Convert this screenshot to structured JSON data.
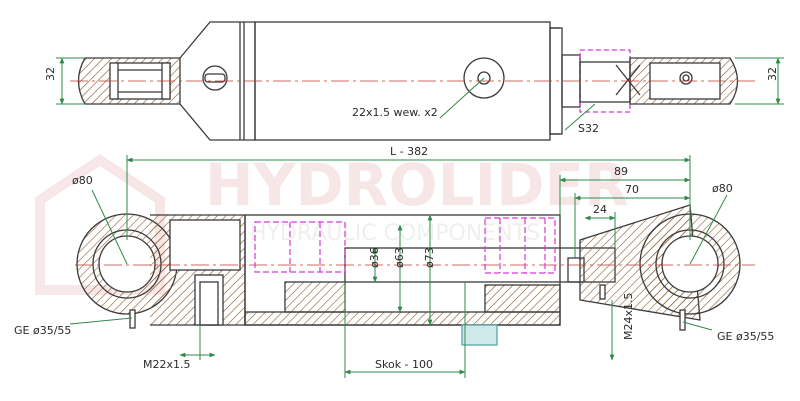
{
  "watermark": {
    "brand": "HYDROLIDER",
    "sub": "HYDRAULIC COMPONENTS"
  },
  "top_view": {
    "left_eye_height": "32",
    "right_eye_height": "32",
    "port_label": "22x1.5 wew. x2",
    "wrench_flat": "S32"
  },
  "side_view": {
    "overall_length": "L - 382",
    "rod_extension_89": "89",
    "rod_extension_70": "70",
    "clevis_offset": "24",
    "eye_left_diameter": "ø80",
    "eye_right_diameter": "ø80",
    "rod_diameter": "ø36",
    "bore_diameter": "ø63",
    "tube_outer_diameter": "ø73",
    "bearing_left": "GE ø35/55",
    "bearing_right": "GE ø35/55",
    "port_thread_left": "M22x1.5",
    "rod_thread": "M24x1.5",
    "stroke": "Skok - 100"
  },
  "colors": {
    "line": "#3a3a3a",
    "dimension": "#2f8a4a",
    "hidden": "#d43ad4",
    "hatch": "#8a5a2a",
    "port": "#5aa3a8"
  }
}
